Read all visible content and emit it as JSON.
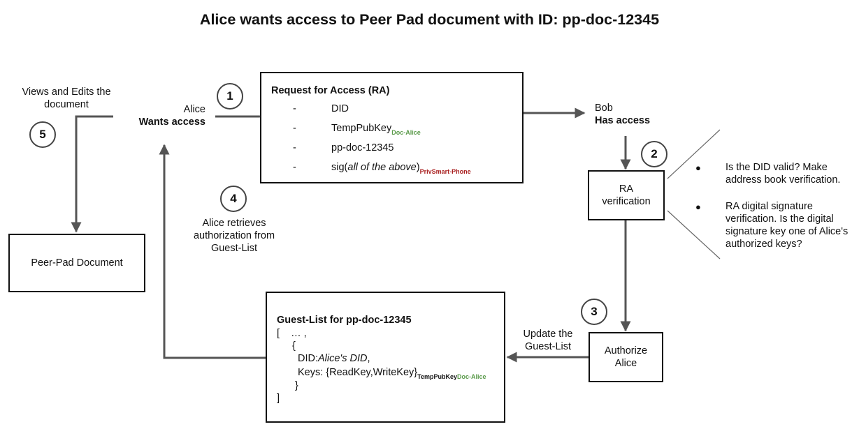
{
  "title": "Alice wants access to Peer Pad document with ID: pp-doc-12345",
  "steps": {
    "s1": "1",
    "s2": "2",
    "s3": "3",
    "s4": "4",
    "s5": "5"
  },
  "views_edits": {
    "line1": "Views and Edits the",
    "line2": "document"
  },
  "alice": {
    "name": "Alice",
    "status": "Wants access"
  },
  "bob": {
    "name": "Bob",
    "status": "Has access"
  },
  "request": {
    "title": "Request for Access (RA)",
    "dash": "-",
    "item1": "DID",
    "item2_main": "TempPubKey",
    "item2_sub": "Doc-Alice",
    "item3": "pp-doc-12345",
    "item4_prefix": "sig(",
    "item4_italic": "all of the above",
    "item4_suffix": ")",
    "item4_sub": "PrivSmart-Phone"
  },
  "ra_verification": {
    "line1": "RA",
    "line2": "verification"
  },
  "checks": {
    "bullet": "●",
    "c1_l1": "Is the DID valid? Make",
    "c1_l2": "address book verification.",
    "c2_l1": "RA digital signature",
    "c2_l2": "verification. Is the digital",
    "c2_l3": "signature key one of Alice's",
    "c2_l4": "authorized keys?"
  },
  "authorize": {
    "line1": "Authorize",
    "line2": "Alice"
  },
  "update": {
    "line1": "Update the",
    "line2": "Guest-List"
  },
  "guest_list": {
    "title": "Guest-List for pp-doc-12345",
    "open": "[    … ,",
    "brace_open": "{",
    "did_prefix": "DID:",
    "did_italic": "Alice's DID",
    "did_suffix": ",",
    "keys_text": "Keys: {ReadKey,WriteKey}",
    "keys_sub_main": "TempPubKey",
    "keys_sub_green": "Doc-Alice",
    "brace_close": "}",
    "close": "]"
  },
  "retrieve": {
    "line1": "Alice retrieves",
    "line2": "authorization from",
    "line3": "Guest-List"
  },
  "peer_pad": {
    "label": "Peer-Pad Document"
  }
}
